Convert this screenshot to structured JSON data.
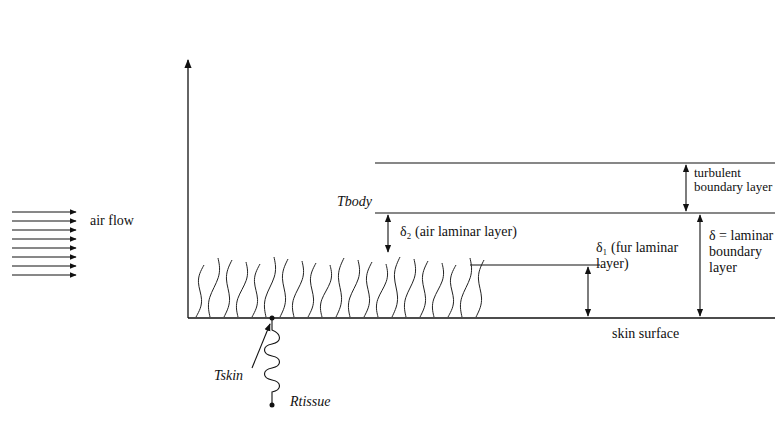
{
  "diagram": {
    "labels": [
      "air flow",
      "Tbody",
      "δ₂ (air laminar layer)",
      "turbulent boundary layer",
      "δ = laminar boundary layer",
      "δ₁ (fur laminar layer)",
      "skin surface",
      "Tskin",
      "Rtissue"
    ]
  }
}
